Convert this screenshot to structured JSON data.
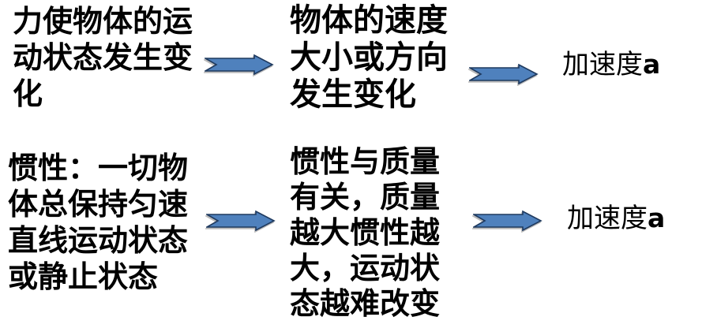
{
  "canvas": {
    "background": "#ffffff",
    "text_color": "#000000"
  },
  "colors": {
    "arrow_fill": "#4f81bd",
    "arrow_stroke": "#1f3a5f"
  },
  "icons": {
    "arrow": "right-block-arrow-notched-tail"
  },
  "flow_rows": [
    {
      "cause": {
        "lines": [
          "力使物体的运",
          "动状态发生变",
          "化"
        ]
      },
      "effect": {
        "lines": [
          "物体的速度",
          "大小或方向",
          "发生变化"
        ]
      },
      "result": {
        "text": "加速度",
        "variable": "a"
      }
    },
    {
      "cause": {
        "lines": [
          "惯性：一切物",
          "体总保持匀速",
          "直线运动状态",
          "或静止状态"
        ]
      },
      "effect": {
        "lines": [
          "惯性与质量",
          "有关，质量",
          "越大惯性越",
          "大，运动状",
          "态越难改变"
        ]
      },
      "result": {
        "text": "加速度",
        "variable": "a"
      }
    }
  ]
}
